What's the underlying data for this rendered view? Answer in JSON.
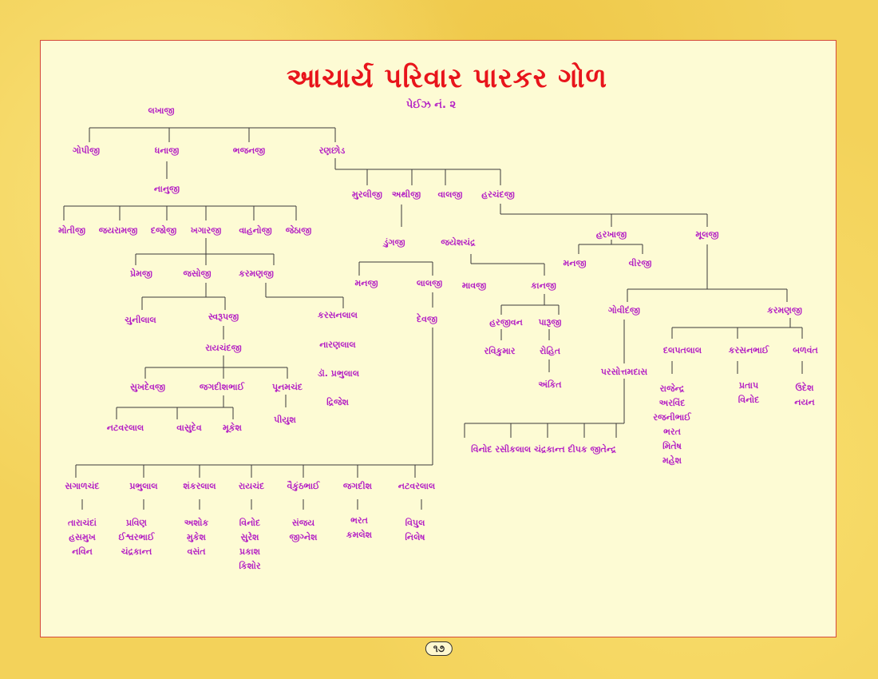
{
  "title": "આચાર્ય પરિવાર પારકર ગોળ",
  "subtitle": "પેઈઝ નં. ૨",
  "page_number": "૧૭",
  "names": {
    "lakhaji": "લખાજી",
    "gopiji": "ગોપીજી",
    "dhanaji": "ધનાજી",
    "bhajanji": "ભજનજી",
    "ranchhod": "રણછોડ",
    "nanuji": "નાનુજી",
    "motiji": "મોતીજી",
    "jayramji": "જયરામજી",
    "dajoji": "દજોજી",
    "khagarji": "ખગારજી",
    "vahanoji": "વાહનોજી",
    "jethaji": "જેઠાજી",
    "premji": "પ્રેમજી",
    "jasoji": "જસોજી",
    "karmanji1": "કરમણજી",
    "chunilal": "ચુનીલાલ",
    "swarupji": "સ્વરૂપજી",
    "karsanlal": "કરસનલાલ",
    "naranlal": "નારણલાલ",
    "dr_prabhulal": "ડૉ. પ્રભુલાલ",
    "drijesh": "દ્રિજેશ",
    "raychandji": "રાયચંદજી",
    "sukhdevji": "સુખદેવજી",
    "jagdishbhai": "જગદીશભાઈ",
    "poonamchand": "પૂનમચંદ",
    "piyush": "પીયુશ",
    "natvarlal1": "નટવરલાલ",
    "vasudev": "વાસુદેવ",
    "mukesh1": "મૂકેશ",
    "murliji": "મુરલીજી",
    "athiji": "અથીજી",
    "valji": "વાલજી",
    "harchandji": "હરચંદજી",
    "dungji": "ડુંગજી",
    "jayeshchandra": "જયેશચંદ્ર",
    "manji1": "મનજી",
    "lalji": "લાલજી",
    "devji": "દેવજી",
    "mavji": "માવજી",
    "kanji": "કાનજી",
    "harjivan": "હરજીવન",
    "paruji": "પારૂજી",
    "ravikumar": "રવિકુમાર",
    "rohit": "રોહિત",
    "ankit": "અંકિત",
    "harkhaji": "હરખાજી",
    "manji2": "મનજી",
    "viraji": "વીરજી",
    "mulaji": "મૂલજી",
    "govindji": "ગોવીદંજી",
    "karmanji2": "કરમણજી",
    "dalpatlal": "દલપતલાલ",
    "karsanbhai": "કરસનભાઈ",
    "balvant": "બળવંત",
    "parsotamdas": "પરસોત્તમદાસ",
    "sons_parsotam": "વિનોદ રસીકલાલ ચંદ્રકાન્ત દીપક જીતેન્દ્ર",
    "sagalchand": "સગાળચંદ",
    "prabhulal": "પ્રભુલાલ",
    "shankarlal": "શંકરલાલ",
    "raychand": "રાયચંદ",
    "vaikunthbhai": "વૈકુંઠભાઈ",
    "jagdish": "જગદીશ",
    "natvarlal2": "નટવરલાલ"
  },
  "groups": {
    "dalpatlal_children": [
      "રાજેન્દ્ર",
      "અરવિંદ",
      "રજનીભાઈ",
      "ભરત",
      "મિતેષ",
      "મહેશ"
    ],
    "karsanbhai_children": [
      "પ્રતાપ",
      "વિનોદ"
    ],
    "balvant_children": [
      "ઉદેશ",
      "નયન"
    ],
    "sagalchand_children": [
      "તારાચંદાં",
      "હસમુખ",
      "નવિન"
    ],
    "prabhulal_children": [
      "પ્રવિણ",
      "ઈશ્વરભાઈ",
      "ચંદ્રકાન્ત"
    ],
    "shankarlal_children": [
      "અશોક",
      "મુકેશ",
      "વસંત"
    ],
    "raychand_children": [
      "વિનોદ",
      "સુરેશ",
      "પ્રકાશ",
      "કિશોર"
    ],
    "vaikunthbhai_children": [
      "સંજય",
      "જીગ્નેશ"
    ],
    "jagdish_children": [
      "ભરત",
      "કમલેશ"
    ],
    "natvarlal2_children": [
      "વિપુલ",
      "નિલેષ"
    ]
  }
}
